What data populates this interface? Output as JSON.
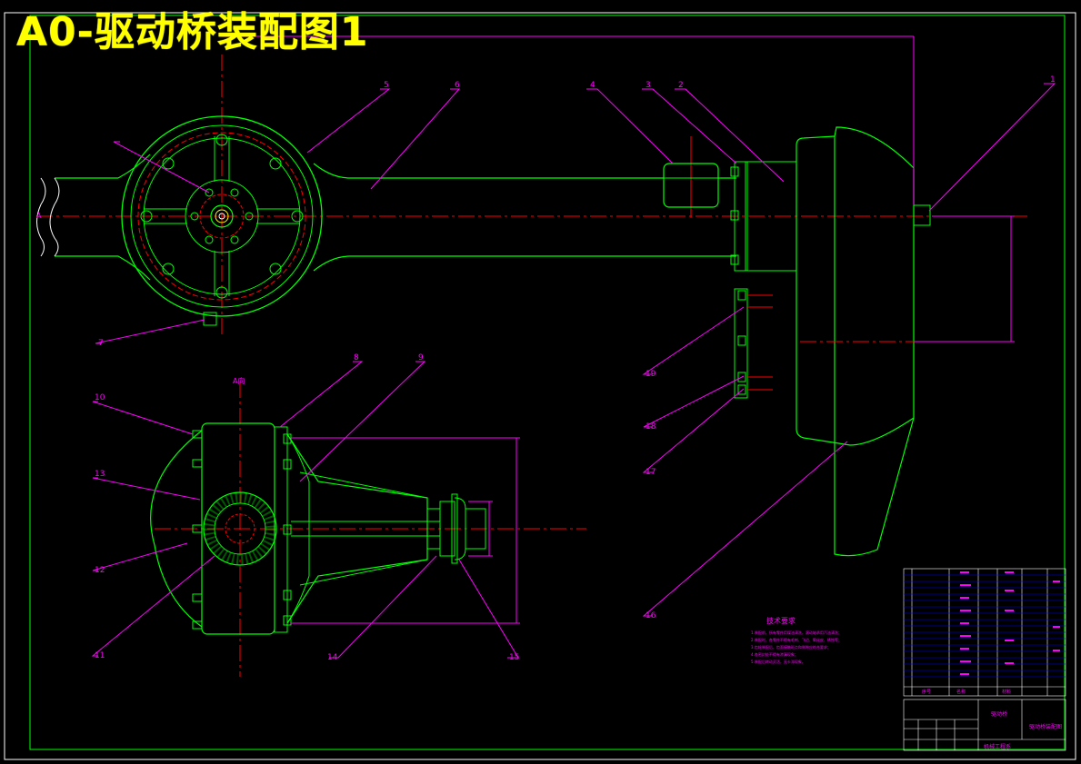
{
  "title": "A0-驱动桥装配图1",
  "colors": {
    "background": "#000000",
    "outline": "#00ff00",
    "leader": "#ff00ff",
    "centerline": "#ff0000",
    "title": "#ffff00",
    "body": "#ffffff"
  },
  "callouts": [
    "1",
    "2",
    "3",
    "4",
    "5",
    "6",
    "7",
    "8",
    "9",
    "10",
    "11",
    "12",
    "13",
    "14",
    "15",
    "16",
    "17",
    "18",
    "19"
  ],
  "views": {
    "section_label": "A向",
    "section_mark": "A"
  },
  "tech_requirements": {
    "heading": "技术要求",
    "lines": [
      "1.装配前，所有零件用煤油清洗，滚动轴承用汽油清洗；",
      "2.装配时，各零件不得有毛刺、飞边、氧化皮、锈蚀等；",
      "3.齿轮装配后，齿面接触斑点和侧隙应符合要求；",
      "4.各密封处不得有渗漏现象；",
      "5.装配后转动灵活，无卡滞现象。"
    ]
  },
  "title_block": {
    "col_headers": [
      "序号",
      "名称",
      "材料"
    ],
    "name": "驱动桥",
    "drawing_title": "驱动桥装配图",
    "school": "机械工程系"
  }
}
